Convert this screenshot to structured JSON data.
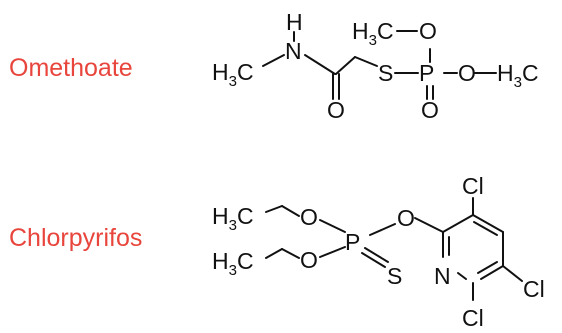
{
  "compounds": [
    {
      "name": "Omethoate",
      "atoms": {
        "h_top": "H",
        "n": "N",
        "h3c_left_h": "H",
        "h3c_left_3": "3",
        "h3c_left_c": "C",
        "o_carbonyl": "O",
        "s": "S",
        "p": "P",
        "o_double": "O",
        "o_top": "O",
        "h3c_top_h": "H",
        "h3c_top_3": "3",
        "h3c_top_c": "C",
        "o_right": "O",
        "h3c_right_h": "H",
        "h3c_right_3": "3",
        "h3c_right_c": "C"
      }
    },
    {
      "name": "Chlorpyrifos",
      "atoms": {
        "h3c_upper_h": "H",
        "h3c_upper_3": "3",
        "h3c_upper_c": "C",
        "o_upper": "O",
        "h3c_lower_h": "H",
        "h3c_lower_3": "3",
        "h3c_lower_c": "C",
        "o_lower": "O",
        "p": "P",
        "s": "S",
        "o_aryl": "O",
        "n": "N",
        "cl_top": "Cl",
        "cl_right": "Cl",
        "cl_bottom": "Cl"
      }
    }
  ],
  "colors": {
    "name": "#e8453c",
    "structure": "#111111"
  }
}
